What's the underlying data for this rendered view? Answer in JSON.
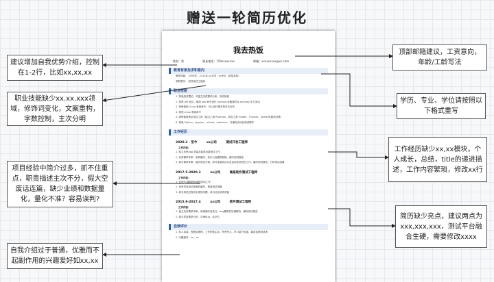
{
  "title": "赠送一轮简历优化",
  "resume": {
    "name": "我去热饭",
    "contact": [
      "性别：男",
      "联系电话：159xxxxxxxx",
      "邮箱：xxxxxxxxx@xx.com"
    ],
    "sections": {
      "education": "教育背景及求职意向",
      "skills": "职业技能",
      "work": "工作经历",
      "about": "自我评价"
    },
    "edu_lines": [
      "教育背景：  2009年 - 2012年      xx大学  ·  xx专业（统招本科）",
      "求职意向：  软件测试工程师"
    ],
    "skill_lines": [
      "1. 熟悉测试理论，可独立完成需求分析、测试用例",
      "2. 熟悉 API 测试，使用 adb 命令进行 Android 设备操作及 monkey 压力测试",
      "3. 熟练使用 Linux 系统命令，可以进行基本的日志分析",
      "4. 熟悉 Linux 常用命令",
      "5. 熟练使用常见测试工具（接口工具 Postman、抓包工具 Fiddler、Charles、Jmeter性能测试等）",
      "6. 熟悉 Python、appium、airtest、selenium，可编写自动化测试脚本"
    ],
    "jobs": [
      {
        "date": "2020.2 - 至今",
        "company": "xx公司",
        "role": "测试开发工程师",
        "content_label": "工作内容：",
        "lines": [
          "1. 独立负责app 质量及各类功能测试工作",
          "2. 负责需求评审、用例编写、执行以及跟踪缺陷，编写测试报告",
          "3. 参与需求评审，组织测试方案，参与性能测试以及自动化测试的工作，编写测试报告，分析测试结果"
        ]
      },
      {
        "date": "2017.5-2020.2",
        "company": "xx公司",
        "role": "高级软件测试工程师",
        "content_label": "工作内容：",
        "lines": [
          "1. 负责PC端和移动端的测试工作",
          "2. 负责项目测试用例的编写，推进测试进度",
          "3. 参与测试过程中出现的问题，参与优化软件质量"
        ]
      },
      {
        "date": "2015.9-2017.4",
        "company": "xx公司",
        "role": "软件测试工程师",
        "content_label": "工作内容：",
        "lines": [
          "1. 独立负责需求评审、用例编写及执行，bug跟踪并协调解决，编写测试报告",
          "2. 参与项目需求分析，评审Bug，及交付"
        ]
      }
    ],
    "about_lines": [
      "1. 待人真诚，有团队精神，工作积极主动，有责任心，学习能力较强，喜欢钻研新技术",
      "2. 兴趣爱好：xx，xx"
    ]
  },
  "annotations": {
    "left1": "建议增加自我优势介绍，控制在1-2行，比如xx,xx,xx",
    "left2": "职业技能缺少xx.xx.xxx领域，修饰词变化，文案重构，字数控制，主次分明",
    "left3": "项目经验中简介过多，抓不住重点，职责描述主次不分，假大空废话连篇，缺少业绩和数据量化，量化不准？容易误判?",
    "left4": "自我介绍过于普通，优雅而不起副作用的兴趣爱好如xx,xx",
    "right1": "顶部邮箱建议，工资意向，年龄/工龄写法",
    "right2": "学历、专业、学位请按照以下格式重写",
    "right3": "工作经历缺少xx,xx模块，个人成长，总结，title的递进描述，工作内容繁琐，修改xx行",
    "right4": "简历缺少亮点，建议两点为xxx,xxx,xxx，测试平台融合生硬，需要修改xxxx"
  }
}
